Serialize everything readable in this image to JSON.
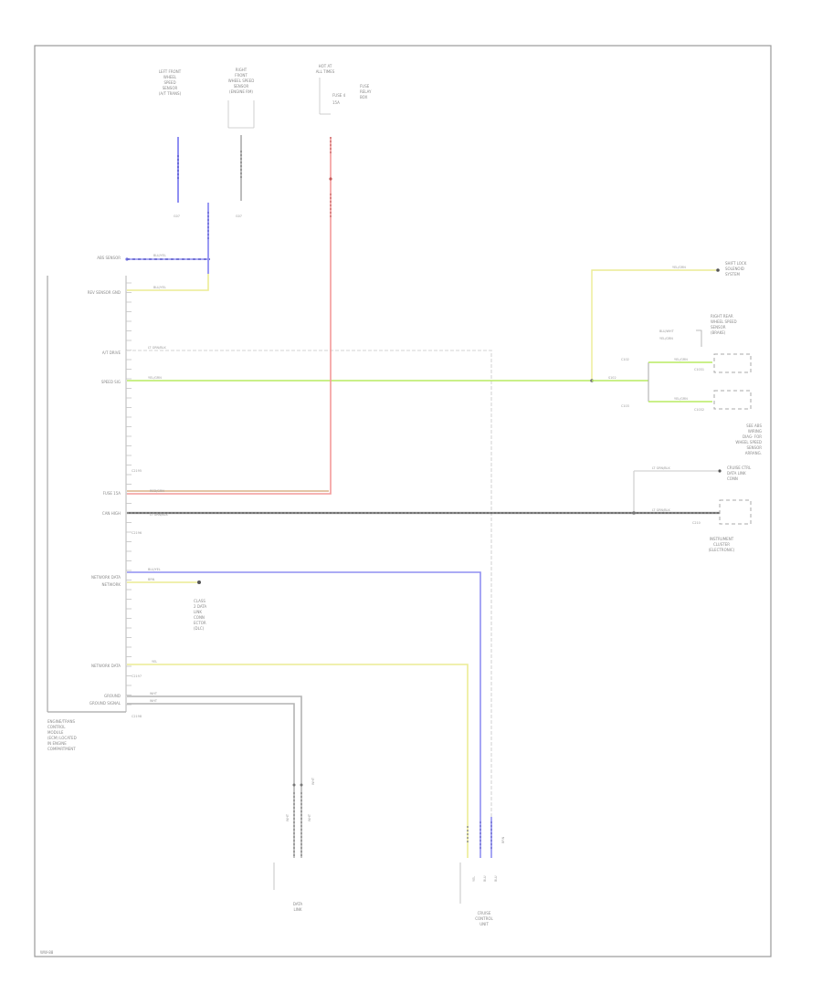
{
  "diagram": {
    "colors": {
      "blue": "#8f8ff2",
      "blue_dashed": "#6f6fe0",
      "yellow": "#ecec94",
      "green": "#b9ec62",
      "red": "#f49a9a",
      "dark": "#707070",
      "orange_brown": "#d9b48a",
      "gray_wire": "#b4b4b4",
      "frame": "#9a9a9a"
    },
    "top_components": {
      "left_sensor": [
        "LEFT FRONT",
        "WHEEL",
        "SPEED",
        "SENSOR",
        "(A/T TRANS)"
      ],
      "right_sensor": [
        "RIGHT",
        "FRONT",
        "WHEEL SPEED",
        "SENSOR",
        "(ENGINE RM)"
      ],
      "fuse_block": [
        "HOT AT",
        "ALL TIMES",
        "FUSE 4",
        "15A"
      ],
      "fuse_block_right": [
        "FUSE",
        "RELAY",
        "BOX"
      ],
      "ground_left": "G07",
      "ground_right": "G07"
    },
    "ecm": {
      "pins": [
        "ABS SENSOR",
        "REV SENSOR GND",
        "A/T DRIVE",
        "SPEED SIG",
        "FUSE 15A",
        "CAN HIGH",
        "NETWORK DATA",
        "NETWORK",
        "NETWORK DATA",
        "GROUND",
        "GROUND SIGNAL"
      ],
      "name": [
        "ENGINE/TRANS",
        "CONTROL",
        "MODULE",
        "(ECM) LOCATED",
        "IN ENGINE",
        "COMPARTMENT"
      ],
      "connector_labels": [
        "C2195",
        "C2196",
        "C2197",
        "C2198"
      ]
    },
    "wire_labels": {
      "blue_dashed": "BLU/YEL",
      "yellow_top": "BLU/YEL",
      "gray_mid": "LT GRN/BLK",
      "green": "YEL/GRN",
      "orange": "RED/GRN",
      "dark": "LT GRN/BLK",
      "blue_low": "BLU/YEL",
      "yellow_low": "YEL",
      "gray_a": "WHT",
      "gray_b": "WHT",
      "brown_tag": "BRN"
    },
    "right_side": {
      "top_label": [
        "SHIFT LOCK",
        "SOLENOID",
        "SYSTEM"
      ],
      "top_wire": "YEL/GRN",
      "sensor_header": [
        "RIGHT REAR",
        "WHEEL SPEED",
        "SENSOR",
        "(BRAKE)"
      ],
      "sensor_pins": [
        "BLU/WHT",
        "YEL/GRN"
      ],
      "box_wires": [
        "YEL/GRN",
        "YEL/GRN"
      ],
      "splice_labels": [
        "S102",
        "C102",
        "C103"
      ],
      "box_tags": [
        "C1031",
        "C1032"
      ],
      "mid_label": [
        "SEE ABS",
        "WIRING",
        "DIAG- FOR",
        "WHEEL SPEED",
        "SENSOR",
        "ARRANG."
      ],
      "lower_wire": "LT GRN/BLK",
      "lower_label_top": [
        "CRUISE CTRL",
        "DATA LINK",
        "CONN"
      ],
      "lower_wire2": "LT GRN/BLK",
      "lower_box_tag": "C210",
      "instr_label": [
        "INSTRUMENT",
        "CLUSTER",
        "(ELECTRONIC)"
      ]
    },
    "middle_labels": {
      "ground_note": [
        "CLASS",
        "2 DATA",
        "LINK",
        "CONN",
        "ECTOR",
        "(DLC)"
      ]
    },
    "bottom": {
      "left_connector_wires": [
        "WHT",
        "WHT",
        "WHT"
      ],
      "left_component": [
        "DATA",
        "LINK"
      ],
      "right_connector_wires": [
        "YEL",
        "BLU",
        "BLU",
        "BRN"
      ],
      "right_component": [
        "CRUISE",
        "CONTROL",
        "UNIT"
      ],
      "corner_id": "WW-88"
    }
  }
}
